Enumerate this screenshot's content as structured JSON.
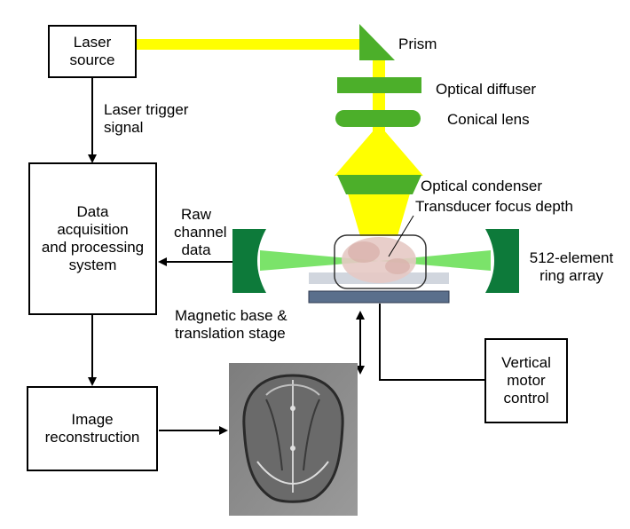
{
  "boxes": {
    "laser_source": "Laser\nsource",
    "daq": "Data\nacquisition\nand processing\nsystem",
    "image_reconstruction": "Image\nreconstruction",
    "vertical_motor": "Vertical\nmotor\ncontrol"
  },
  "labels": {
    "laser_trigger": "Laser trigger\nsignal",
    "raw_channel": "Raw\nchannel\ndata",
    "magnetic_base": "Magnetic base &\ntranslation stage",
    "prism": "Prism",
    "optical_diffuser": "Optical diffuser",
    "conical_lens": "Conical lens",
    "optical_condenser": "Optical condenser",
    "transducer_focus": "Transducer focus depth",
    "ring_array": "512-element\nring array"
  },
  "colors": {
    "laser_beam": "#ffff00",
    "optics_green": "#4caf2a",
    "ring_dark_green": "#0d7a3a",
    "ring_beam": "#7be36a",
    "stage_blue": "#5a6f8c",
    "stage_glass": "#c9cfd8"
  }
}
